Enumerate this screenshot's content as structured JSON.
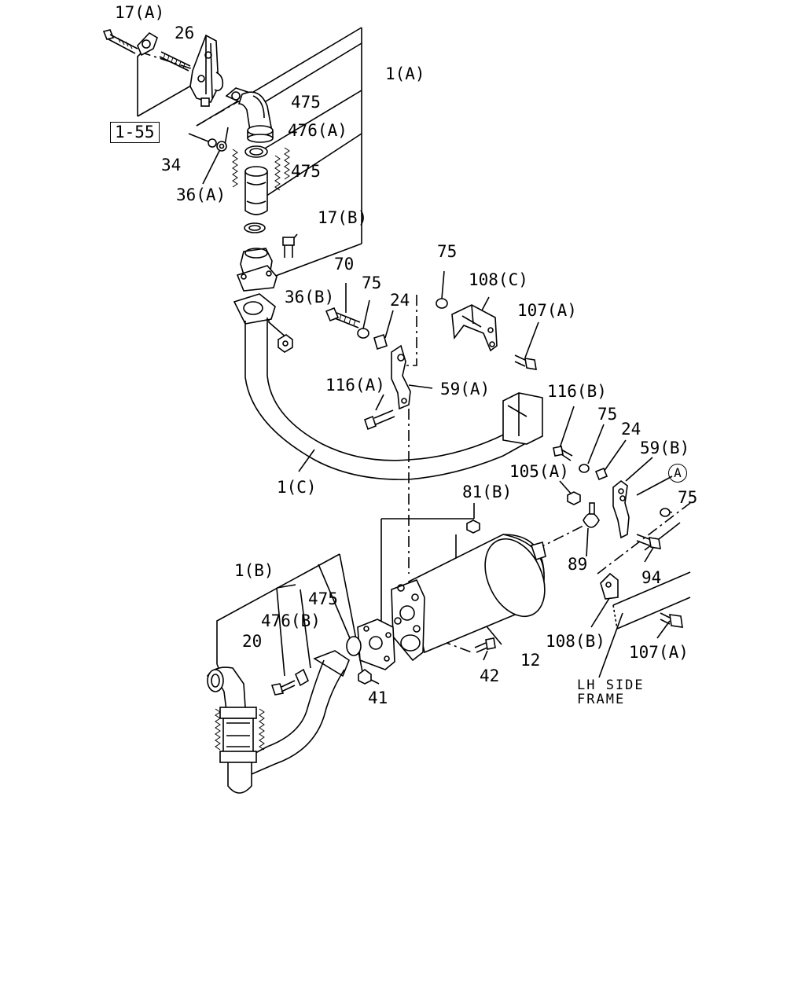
{
  "labels": {
    "p17a": "17(A)",
    "p26": "26",
    "p1a": "1(A)",
    "p475_top": "475",
    "p476a": "476(A)",
    "p475_mid": "475",
    "ref_1_55": "1-55",
    "p34": "34",
    "p36a": "36(A)",
    "p17b": "17(B)",
    "p75_top": "75",
    "p70": "70",
    "p75_a": "75",
    "p108c": "108(C)",
    "p36b": "36(B)",
    "p24_a": "24",
    "p107a_top": "107(A)",
    "p116a": "116(A)",
    "p59a": "59(A)",
    "p116b": "116(B)",
    "p75_b": "75",
    "p24_b": "24",
    "p59b": "59(B)",
    "ref_a": "A",
    "p105a": "105(A)",
    "p75_c": "75",
    "p1c": "1(C)",
    "p81b": "81(B)",
    "p89": "89",
    "p94": "94",
    "p1b": "1(B)",
    "p475_bot": "475",
    "p476b": "476(B)",
    "p20": "20",
    "p12": "12",
    "p108b": "108(B)",
    "p107a_bot": "107(A)",
    "p42": "42",
    "p41": "41",
    "lh_side": "LH SIDE",
    "frame": "FRAME"
  }
}
